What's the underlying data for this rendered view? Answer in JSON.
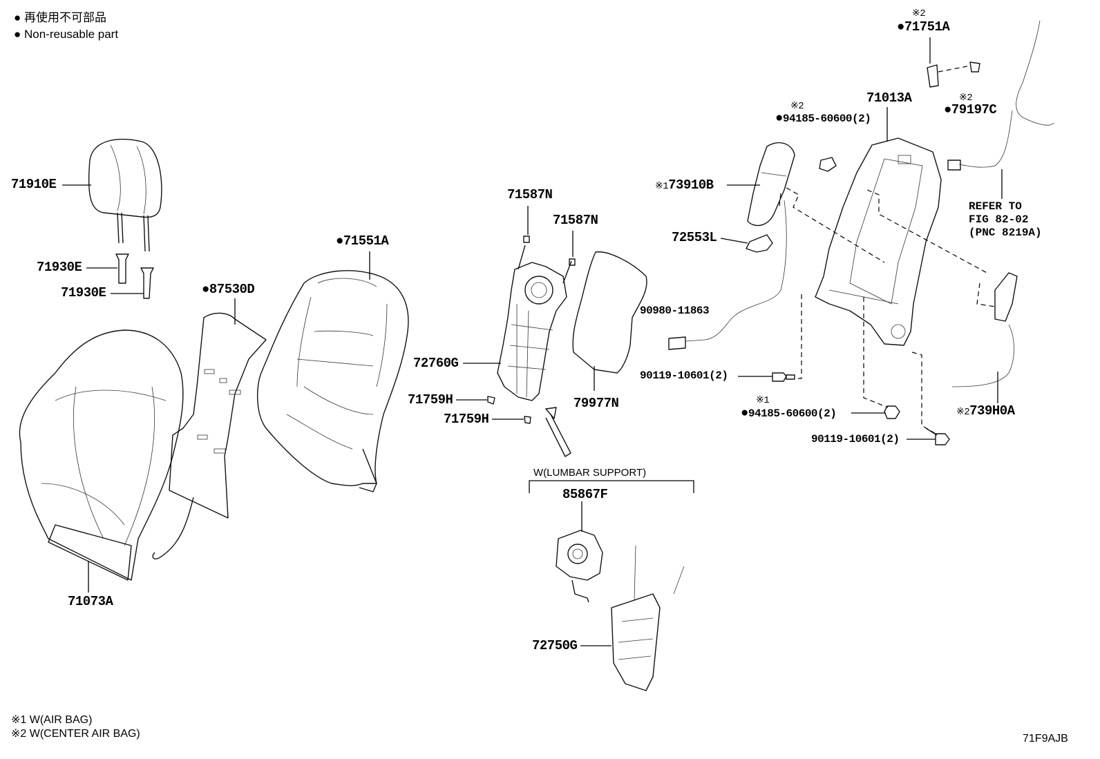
{
  "legend": {
    "line1": "● 再使用不可部品",
    "line2": "● Non-reusable part"
  },
  "footnotes": {
    "note1": "※1 W(AIR BAG)",
    "note2": "※2 W(CENTER AIR BAG)"
  },
  "figure_code": "71F9AJB",
  "mark_1": "※1",
  "mark_2": "※2",
  "bullet": "●",
  "parts": {
    "p71910E": "71910E",
    "p71930E_a": "71930E",
    "p71930E_b": "71930E",
    "p71073A": "71073A",
    "p87530D": "87530D",
    "p71551A": "71551A",
    "p71587N_a": "71587N",
    "p71587N_b": "71587N",
    "p72760G": "72760G",
    "p71759H_a": "71759H",
    "p71759H_b": "71759H",
    "p79977N": "79977N",
    "p85867F": "85867F",
    "p72750G": "72750G",
    "p73910B": "73910B",
    "p72553L": "72553L",
    "p90980_11863": "90980-11863",
    "p90119_10601_a": "90119-10601(2)",
    "p94185_60600_a": "94185-60600(2)",
    "p94185_60600_b": "94185-60600(2)",
    "p90119_10601_b": "90119-10601(2)",
    "p71013A": "71013A",
    "p71751A": "71751A",
    "p79197C": "79197C",
    "p739H0A": "739H0A"
  },
  "lumbar_label": "W(LUMBAR SUPPORT)",
  "refer": {
    "line1": "REFER TO",
    "line2": "FIG 82-02",
    "line3": "(PNC 8219A)"
  },
  "icons": [
    "headrest-icon",
    "seat-back-cover-icon",
    "seat-pad-icon",
    "lumbar-support-icon",
    "seat-frame-icon",
    "airbag-icon",
    "wire-harness-icon",
    "bolt-icon",
    "nut-icon",
    "clip-icon",
    "arrow-icon"
  ]
}
